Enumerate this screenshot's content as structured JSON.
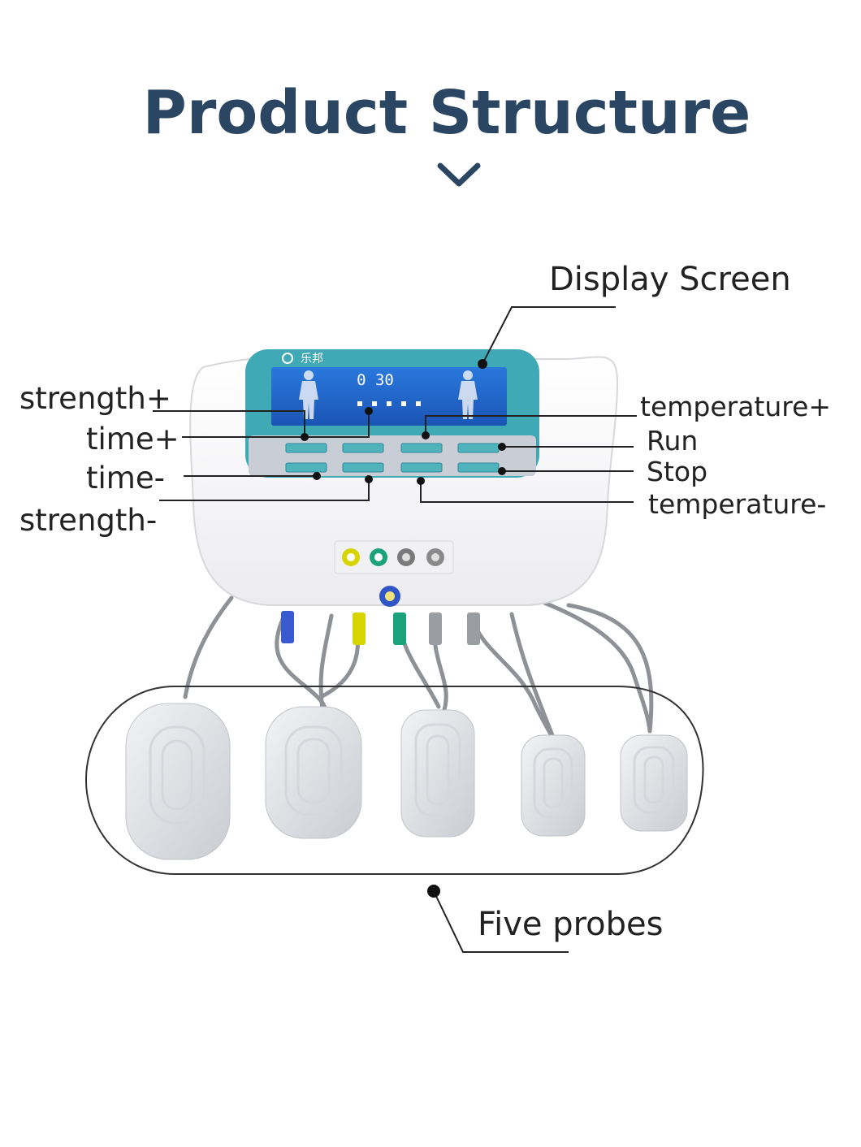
{
  "title": "Product Structure",
  "brand": "乐邦",
  "screen_timer": "0 30",
  "labels": {
    "display_screen": "Display Screen",
    "strength_plus": "strength+",
    "time_plus": "time+",
    "time_minus": "time-",
    "strength_minus": "strength-",
    "temperature_plus": "temperature+",
    "run": "Run",
    "stop": "Stop",
    "temperature_minus": "temperature-",
    "five_probes": "Five probes"
  },
  "colors": {
    "title": "#2a4663",
    "panel_teal": "#3fa9b5",
    "screen_blue": "#1f63c9",
    "port_colors": [
      "#d8d400",
      "#1aa37a",
      "#7a7a7a",
      "#8a8a8a"
    ],
    "center_port": "#2f55c8"
  }
}
